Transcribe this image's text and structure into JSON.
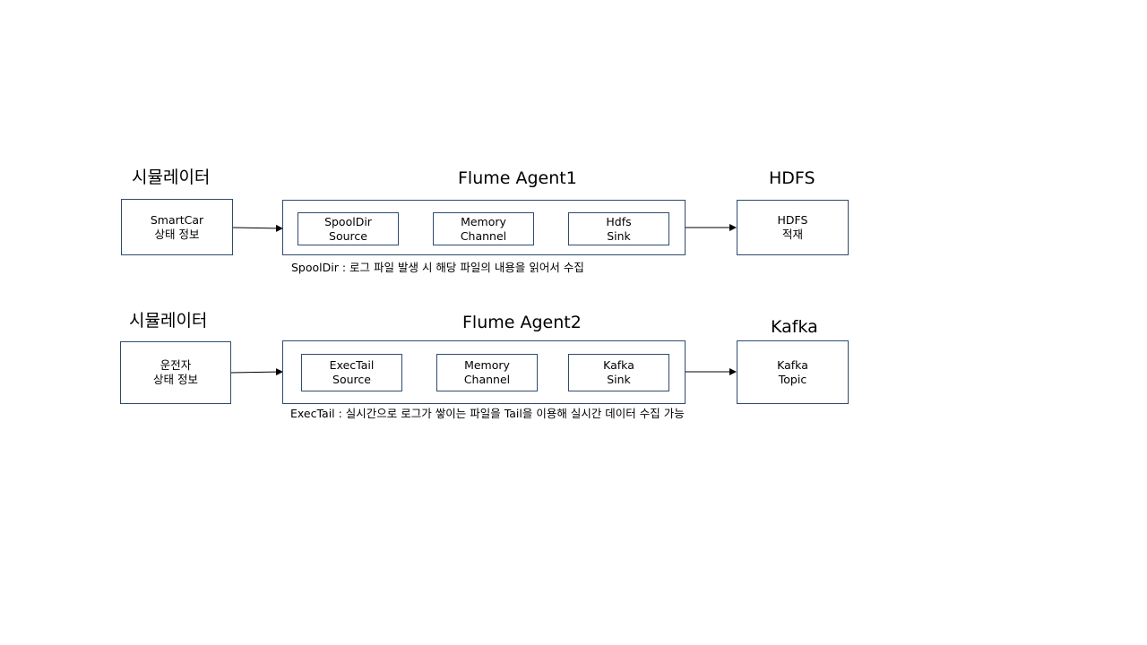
{
  "row1": {
    "source_heading": "시뮬레이터",
    "agent_heading": "Flume Agent1",
    "sink_heading": "HDFS",
    "source_box": {
      "line1": "SmartCar",
      "line2": "상태 정보"
    },
    "components": [
      {
        "line1": "SpoolDir",
        "line2": "Source"
      },
      {
        "line1": "Memory",
        "line2": "Channel"
      },
      {
        "line1": "Hdfs",
        "line2": "Sink"
      }
    ],
    "sink_box": {
      "line1": "HDFS",
      "line2": "적재"
    },
    "note": "SpoolDir : 로그 파일 발생 시 해당 파일의 내용을 읽어서 수집"
  },
  "row2": {
    "source_heading": "시뮬레이터",
    "agent_heading": "Flume Agent2",
    "sink_heading": "Kafka",
    "source_box": {
      "line1": "운전자",
      "line2": "상태 정보"
    },
    "components": [
      {
        "line1": "ExecTail",
        "line2": "Source"
      },
      {
        "line1": "Memory",
        "line2": "Channel"
      },
      {
        "line1": "Kafka",
        "line2": "Sink"
      }
    ],
    "sink_box": {
      "line1": "Kafka",
      "line2": "Topic"
    },
    "note": "ExecTail : 실시간으로 로그가 쌓이는 파일을 Tail을 이용해 실시간 데이터 수집 가능"
  },
  "colors": {
    "box_border": "#2f4a6f",
    "arrow": "#000000"
  }
}
